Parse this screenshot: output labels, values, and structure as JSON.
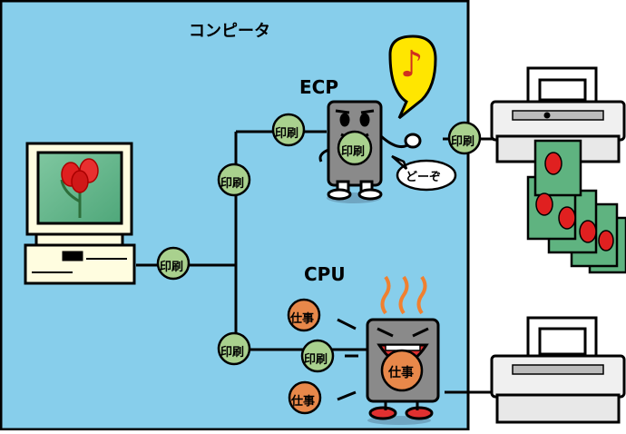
{
  "panel": {
    "title": "コンピータ"
  },
  "chips": {
    "ecp": "ECP",
    "cpu": "CPU"
  },
  "tokens": {
    "print": "印刷",
    "work": "仕事"
  },
  "speech": {
    "douzo": "どーぞ",
    "music_note": "♪"
  },
  "colors": {
    "panel_bg": "#87CEEB",
    "print_token": "#a9d18e",
    "work_token": "#e8884a",
    "heat": "#f08030",
    "speech_yellow": "#ffe600"
  }
}
